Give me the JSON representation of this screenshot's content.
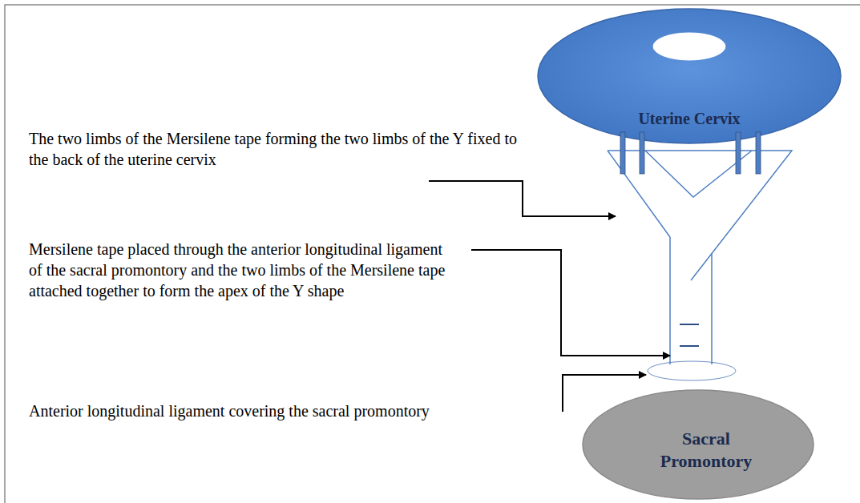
{
  "diagram": {
    "nodes": [
      {
        "text": [
          "Uterine Cervix"
        ]
      },
      {
        "text": [
          "Sacral Promontory"
        ]
      }
    ],
    "labels": [
      "The two limbs of the Mersilene tape forming the two limbs of the Y fixed to the back of the uterine cervix",
      "Mersilene tape placed through the anterior longitudinal ligament of the sacral promontory and the two limbs of the Mersilene tape attached together to form the apex of the Y shape",
      "Anterior longitudinal ligament covering the sacral promontory"
    ]
  }
}
